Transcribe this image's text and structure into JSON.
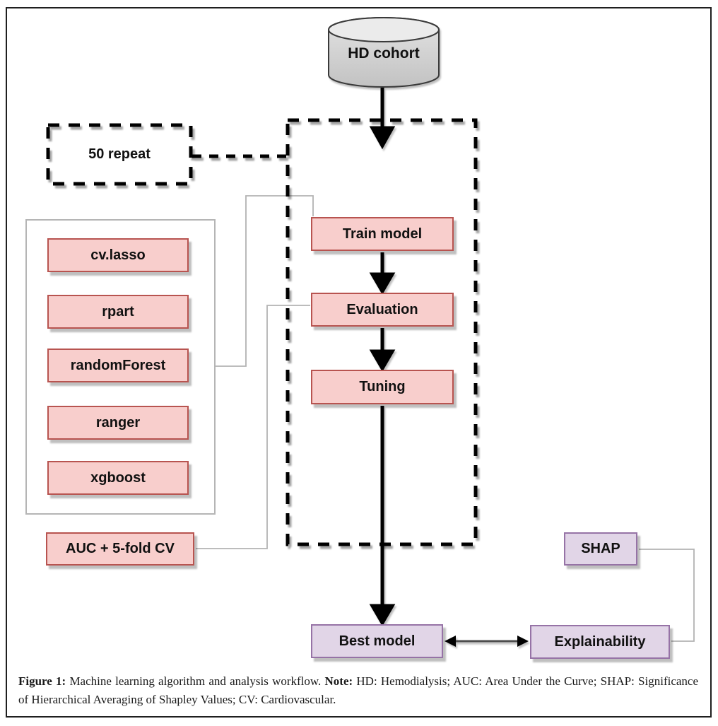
{
  "colors": {
    "box_pink_fill": "#f8cecc",
    "box_pink_border": "#b85450",
    "box_purple_fill": "#e1d5e7",
    "box_purple_border": "#9673a6",
    "cylinder_fill": "#d6d6d6",
    "connector_gray": "#b3b3b3",
    "arrow_black": "#000000"
  },
  "nodes": {
    "cohort": {
      "label": "HD cohort"
    },
    "repeat_box": {
      "label": "50 repeat"
    },
    "models": [
      {
        "label": "cv.lasso"
      },
      {
        "label": "rpart"
      },
      {
        "label": "randomForest"
      },
      {
        "label": "ranger"
      },
      {
        "label": "xgboost"
      }
    ],
    "pipeline": [
      {
        "label": "Train model"
      },
      {
        "label": "Evaluation"
      },
      {
        "label": "Tuning"
      }
    ],
    "auc": {
      "label": "AUC + 5-fold CV"
    },
    "shap": {
      "label": "SHAP"
    },
    "best_model": {
      "label": "Best model"
    },
    "explainability": {
      "label": "Explainability"
    }
  },
  "caption": {
    "figure_label": "Figure 1:",
    "figure_text": "Machine learning algorithm and analysis workflow.",
    "note_label": "Note:",
    "note_text": "HD: Hemodialysis; AUC: Area Under the Curve; SHAP: Significance of Hierarchical Averaging of Shapley Values; CV: Cardiovascular."
  }
}
